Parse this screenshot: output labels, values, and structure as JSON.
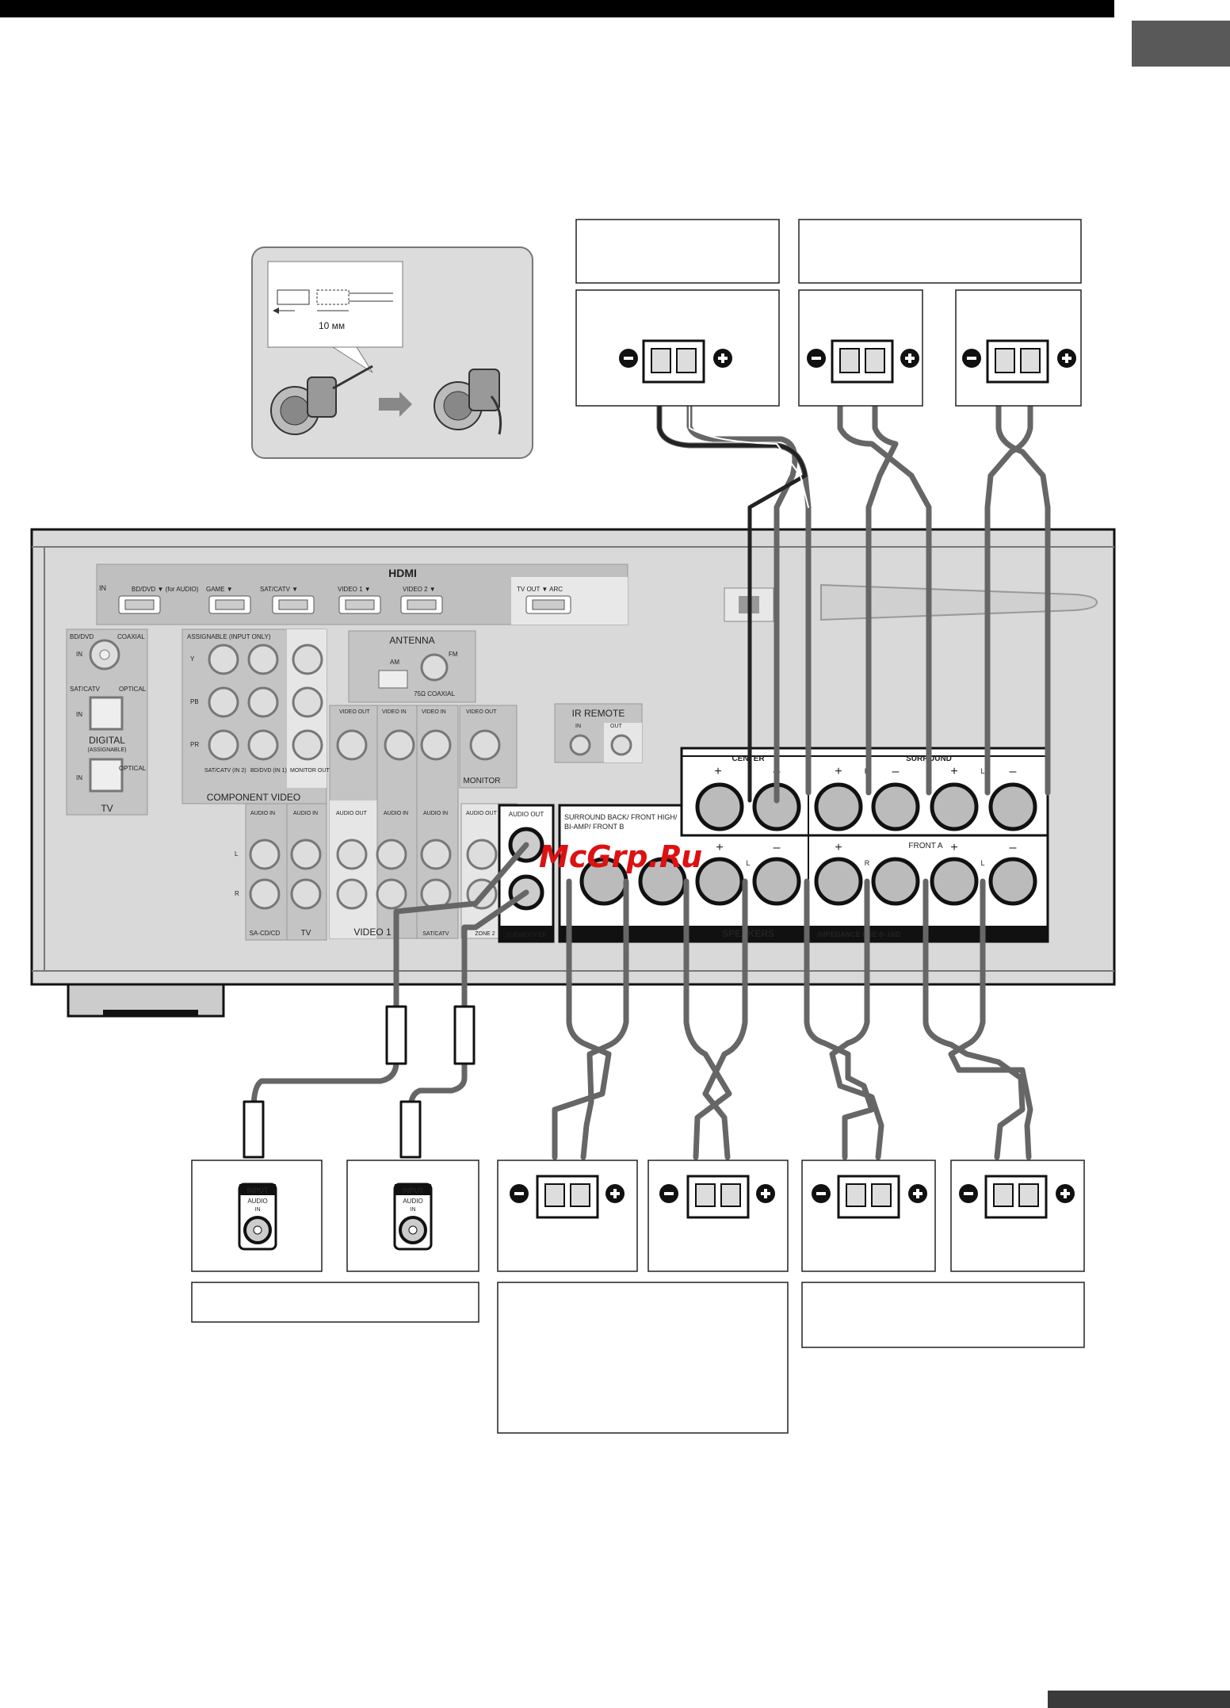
{
  "strip_length": "10 мм",
  "hdmi": {
    "title": "HDMI",
    "in": "IN",
    "ports": [
      "BD/DVD ▼ (for AUDIO)",
      "GAME ▼",
      "SAT/CATV ▼",
      "VIDEO 1 ▼",
      "VIDEO 2 ▼"
    ],
    "tv_out": "TV OUT ▼  ARC"
  },
  "digital": {
    "bd_dvd": "BD/DVD",
    "coaxial": "COAXIAL",
    "in": "IN",
    "sat_catv": "SAT/CATV",
    "optical": "OPTICAL",
    "title": "DIGITAL",
    "subtitle": "(ASSIGNABLE)",
    "tv": "TV"
  },
  "component_video": {
    "assignable": "ASSIGNABLE (INPUT ONLY)",
    "y": "Y",
    "pb": "PB",
    "pr": "PR",
    "in2": "SAT/CATV (IN 2)",
    "in1": "BD/DVD (IN 1)",
    "monitor_out": "MONITOR OUT",
    "title": "COMPONENT VIDEO"
  },
  "antenna": {
    "title": "ANTENNA",
    "am": "AM",
    "fm": "FM",
    "coaxial": "75Ω COAXIAL"
  },
  "video": {
    "video_out": "VIDEO OUT",
    "video_in": "VIDEO IN",
    "audio_out": "AUDIO OUT",
    "audio_in": "AUDIO IN",
    "monitor": "MONITOR",
    "l": "L",
    "r": "R",
    "sa_cd": "SA-CD/CD",
    "tv": "TV",
    "video1": "VIDEO 1",
    "sat_catv": "SAT/CATV",
    "zone2": "ZONE 2"
  },
  "ir_remote": {
    "title": "IR REMOTE",
    "in": "IN",
    "out": "OUT"
  },
  "subwoofer": {
    "audio_out": "AUDIO OUT",
    "label": "SUBWOOFER"
  },
  "speakers": {
    "center": "CENTER",
    "surround": "SURROUND",
    "surround_back": "SURROUND BACK/ FRONT HIGH/",
    "bi_amp": "BI-AMP/ FRONT B",
    "front_a": "FRONT A",
    "plus": "+",
    "minus": "–",
    "r": "R",
    "l": "L",
    "label": "SPEAKERS",
    "impedance": "IMPEDANCE USE 8–16Ω"
  },
  "input_jack": {
    "input": "INPUT",
    "audio": "AUDIO",
    "in": "IN"
  },
  "watermark": "McGrp.Ru"
}
